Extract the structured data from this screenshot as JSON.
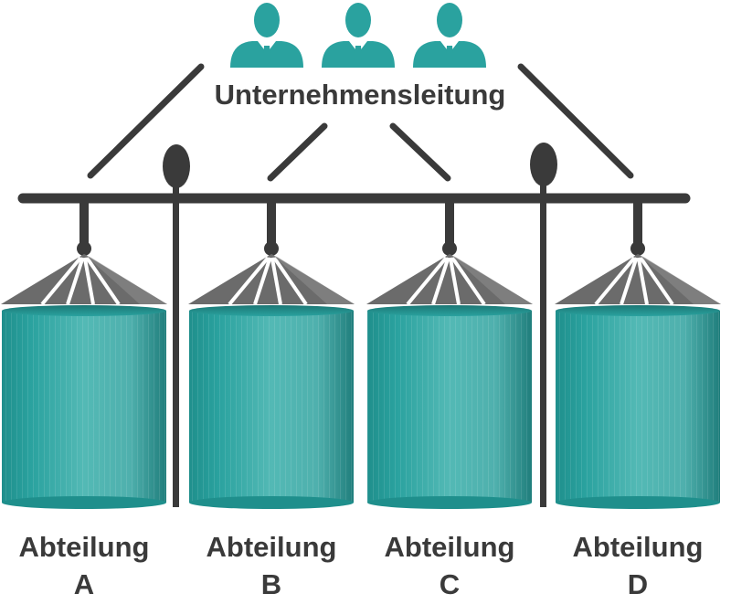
{
  "management": {
    "label": "Unternehmensleitung",
    "icon": "person-icon",
    "person_count": 3
  },
  "departments": [
    {
      "line1": "Abteilung",
      "line2": "A"
    },
    {
      "line1": "Abteilung",
      "line2": "B"
    },
    {
      "line1": "Abteilung",
      "line2": "C"
    },
    {
      "line1": "Abteilung",
      "line2": "D"
    }
  ],
  "colors": {
    "teal": "#2aa29f",
    "teal_dark": "#1f7f7d",
    "teal_light": "#5fc0bc",
    "roof_gray": "#6b6b6b",
    "roof_light": "#8a8a8a",
    "frame": "#3a3a3a",
    "text": "#3a3a3a"
  }
}
